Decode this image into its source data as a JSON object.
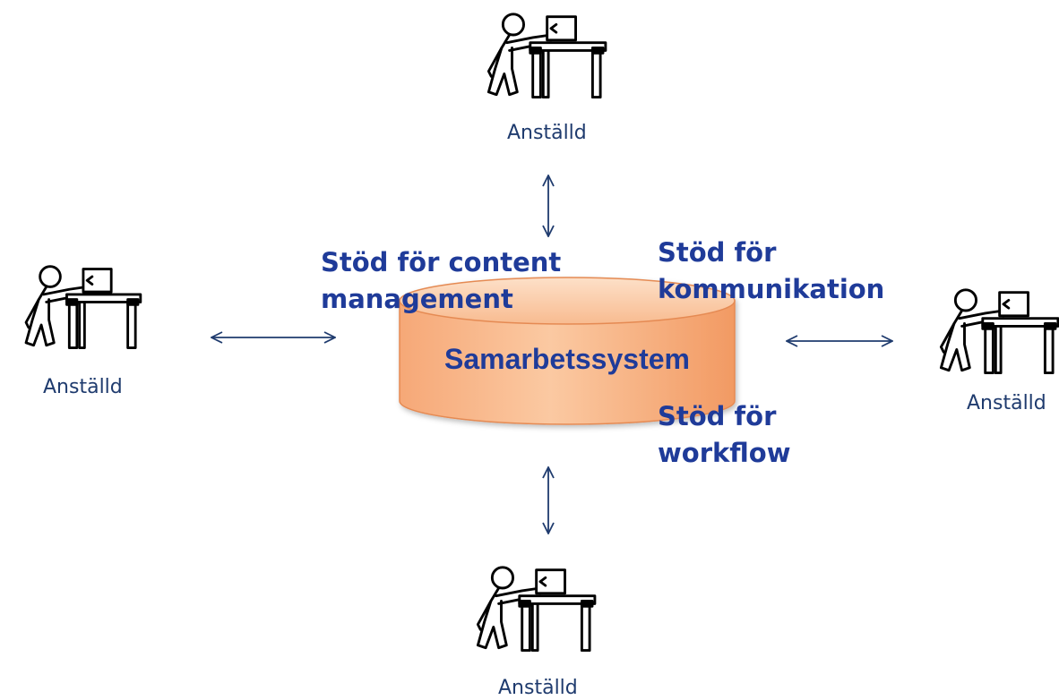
{
  "diagram": {
    "center": {
      "label": "Samarbetssystem",
      "shape": "cylinder",
      "fill": "#f9b98a",
      "stroke": "#e8955c"
    },
    "employees": [
      {
        "id": "top",
        "label": "Anställd",
        "icon": "worker-at-table-icon"
      },
      {
        "id": "left",
        "label": "Anställd",
        "icon": "worker-at-table-icon"
      },
      {
        "id": "right",
        "label": "Anställd",
        "icon": "worker-at-table-icon"
      },
      {
        "id": "bottom",
        "label": "Anställd",
        "icon": "worker-at-table-icon"
      }
    ],
    "features": {
      "content": {
        "line1": "Stöd för content",
        "line2": "management"
      },
      "communication": {
        "line1": "Stöd för",
        "line2": "kommunikation"
      },
      "workflow": {
        "line1": "Stöd för",
        "line2": "workflow"
      }
    },
    "arrow_color": "#1f3b6e",
    "text_color": "#1f3b99"
  }
}
